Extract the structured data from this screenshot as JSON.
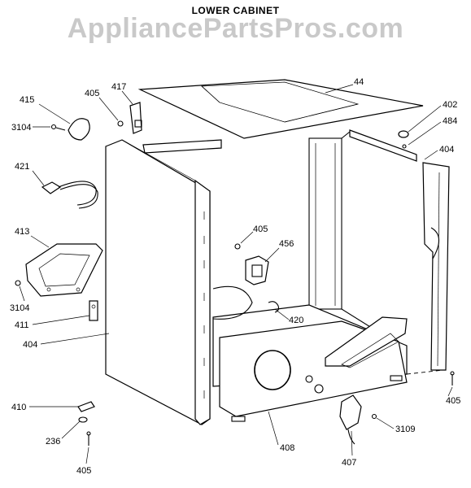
{
  "title": "LOWER CABINET",
  "watermark": "AppliancePartsPros.com",
  "labels": {
    "p44": "44",
    "p402": "402",
    "p484": "484",
    "p404_right": "404",
    "p405_top": "405",
    "p417": "417",
    "p415": "415",
    "p3104_top": "3104",
    "p421": "421",
    "p413": "413",
    "p3104_bottom": "3104",
    "p411": "411",
    "p404_left": "404",
    "p405_mid": "405",
    "p456": "456",
    "p420": "420",
    "p405_right": "405",
    "p410": "410",
    "p236": "236",
    "p405_bottom": "405",
    "p408": "408",
    "p3109": "3109",
    "p407": "407"
  }
}
